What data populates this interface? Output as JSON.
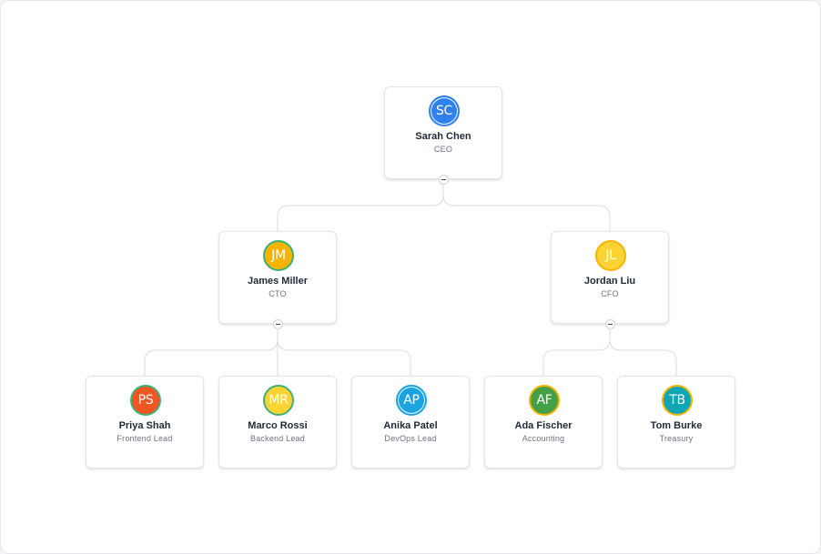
{
  "org_chart": {
    "root": {
      "initials": "SC",
      "name": "Sarah Chen",
      "title": "CEO",
      "avatar_bg": "#2f80ed",
      "avatar_ring": "#2f80ed"
    },
    "managers": [
      {
        "initials": "JM",
        "name": "James Miller",
        "title": "CTO",
        "avatar_bg": "#f5b400",
        "avatar_ring": "#3bb273"
      },
      {
        "initials": "JL",
        "name": "Jordan Liu",
        "title": "CFO",
        "avatar_bg": "#fbd333",
        "avatar_ring": "#f5b400"
      }
    ],
    "team_cto": [
      {
        "initials": "PS",
        "name": "Priya Shah",
        "title": "Frontend Lead",
        "avatar_bg": "#f05522",
        "avatar_ring": "#3bb273"
      },
      {
        "initials": "MR",
        "name": "Marco Rossi",
        "title": "Backend Lead",
        "avatar_bg": "#fbd333",
        "avatar_ring": "#3bb273"
      },
      {
        "initials": "AP",
        "name": "Anika Patel",
        "title": "DevOps Lead",
        "avatar_bg": "#1aa3e0",
        "avatar_ring": "#1aa3e0"
      }
    ],
    "team_cfo": [
      {
        "initials": "AF",
        "name": "Ada Fischer",
        "title": "Accounting",
        "avatar_bg": "#43a047",
        "avatar_ring": "#f5b400"
      },
      {
        "initials": "TB",
        "name": "Tom Burke",
        "title": "Treasury",
        "avatar_bg": "#0ea5b5",
        "avatar_ring": "#f5b400"
      }
    ]
  },
  "colors": {
    "connector": "#d9dce1",
    "card_border": "#e2e4e8"
  }
}
